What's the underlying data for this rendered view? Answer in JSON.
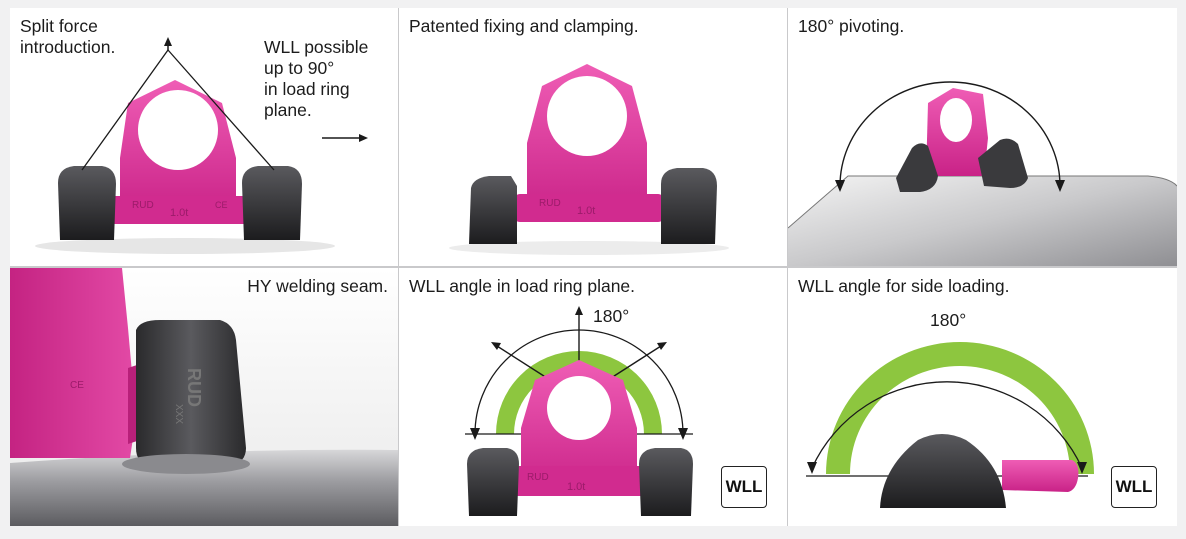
{
  "panels": [
    {
      "caption": "Split force\nintroduction.",
      "note": "WLL possible\nup to 90°\nin load ring\nplane.",
      "ring_marks": [
        "RUD",
        "1.0t",
        "CE"
      ]
    },
    {
      "caption": "Patented fixing and clamping.",
      "ring_marks": [
        "RUD",
        "1.0t"
      ]
    },
    {
      "caption": "180° pivoting."
    },
    {
      "caption": "HY welding seam.",
      "marks": [
        "RUD",
        "CE",
        "XXX"
      ]
    },
    {
      "caption": "WLL angle in load ring plane.",
      "angle": "180°",
      "wll": "WLL",
      "ring_marks": [
        "RUD",
        "1.0t"
      ]
    },
    {
      "caption": "WLL angle for side loading.",
      "angle": "180°",
      "wll": "WLL"
    }
  ],
  "colors": {
    "ring_pink": "#e13a9d",
    "ring_dark_pink": "#b8207a",
    "foot_black": "#2b2b2d",
    "arc_green": "#8dc63f"
  },
  "icons": [
    "arrow-up-icon",
    "arrow-right-icon",
    "curved-double-arrow-icon"
  ]
}
